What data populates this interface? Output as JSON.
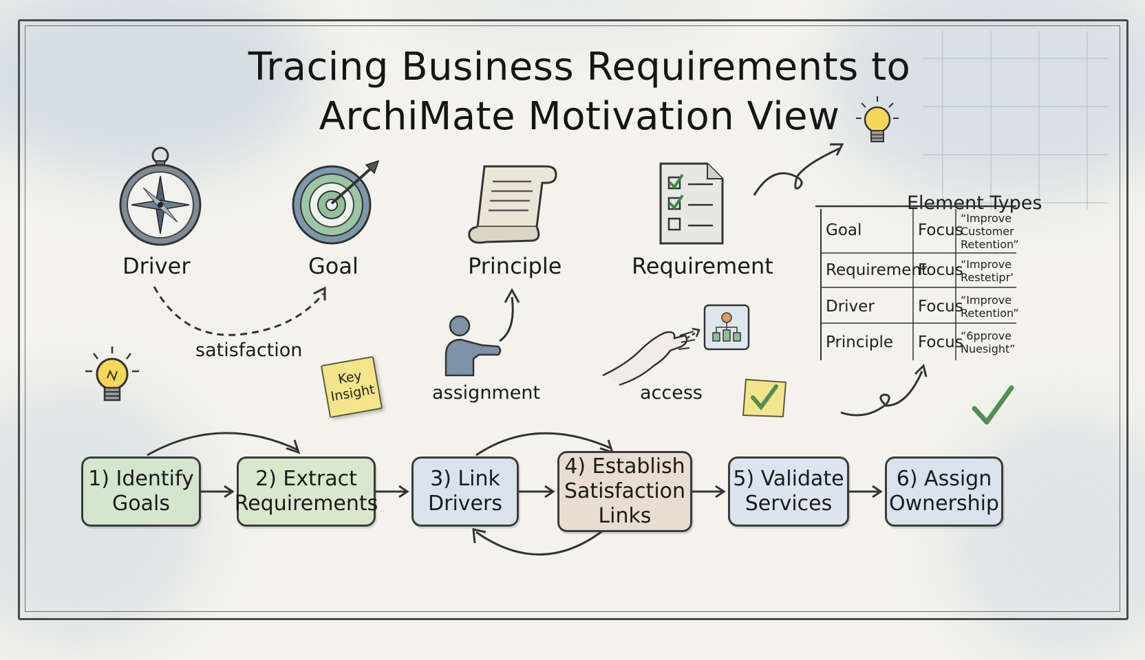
{
  "title_line1": "Tracing Business Requirements to",
  "title_line2": "ArchiMate Motivation View",
  "elements": [
    {
      "label": "Driver",
      "icon": "compass-icon"
    },
    {
      "label": "Goal",
      "icon": "target-icon"
    },
    {
      "label": "Principle",
      "icon": "scroll-icon"
    },
    {
      "label": "Requirement",
      "icon": "checklist-icon"
    }
  ],
  "relations": {
    "satisfaction": "satisfaction",
    "assignment": "assignment",
    "access": "access"
  },
  "sticky_note": "Key\nInsight",
  "steps": [
    {
      "label": "1) Identify\nGoals",
      "color": "#d5e6cf"
    },
    {
      "label": "2) Extract\nRequirements",
      "color": "#d9e8cd"
    },
    {
      "label": "3) Link\nDrivers",
      "color": "#d9e3ee"
    },
    {
      "label": "4) Establish\nSatisfaction\nLinks",
      "color": "#e8ddd0"
    },
    {
      "label": "5) Validate\nServices",
      "color": "#dbe4ef"
    },
    {
      "label": "6) Assign\nOwnership",
      "color": "#d9e3ee"
    }
  ],
  "element_types": {
    "title": "Element Types",
    "rows": [
      {
        "type": "Goal",
        "focus": "Focus",
        "example": "“Improve\nCustomer\nRetention”"
      },
      {
        "type": "Requirement",
        "focus": "Focus",
        "example": "“Improve\nRestetipr’"
      },
      {
        "type": "Driver",
        "focus": "Focus",
        "example": "“Improve\nRetention”"
      },
      {
        "type": "Principle",
        "focus": "Focus",
        "example": "“6pprove\nNuesight”"
      }
    ]
  },
  "colors": {
    "ink": "#1f1f1f",
    "sticky_yellow": "#f5e58a",
    "target_green": "#8fbf9a",
    "check_green": "#4f8f4f",
    "bulb_yellow": "#f5d75a"
  }
}
